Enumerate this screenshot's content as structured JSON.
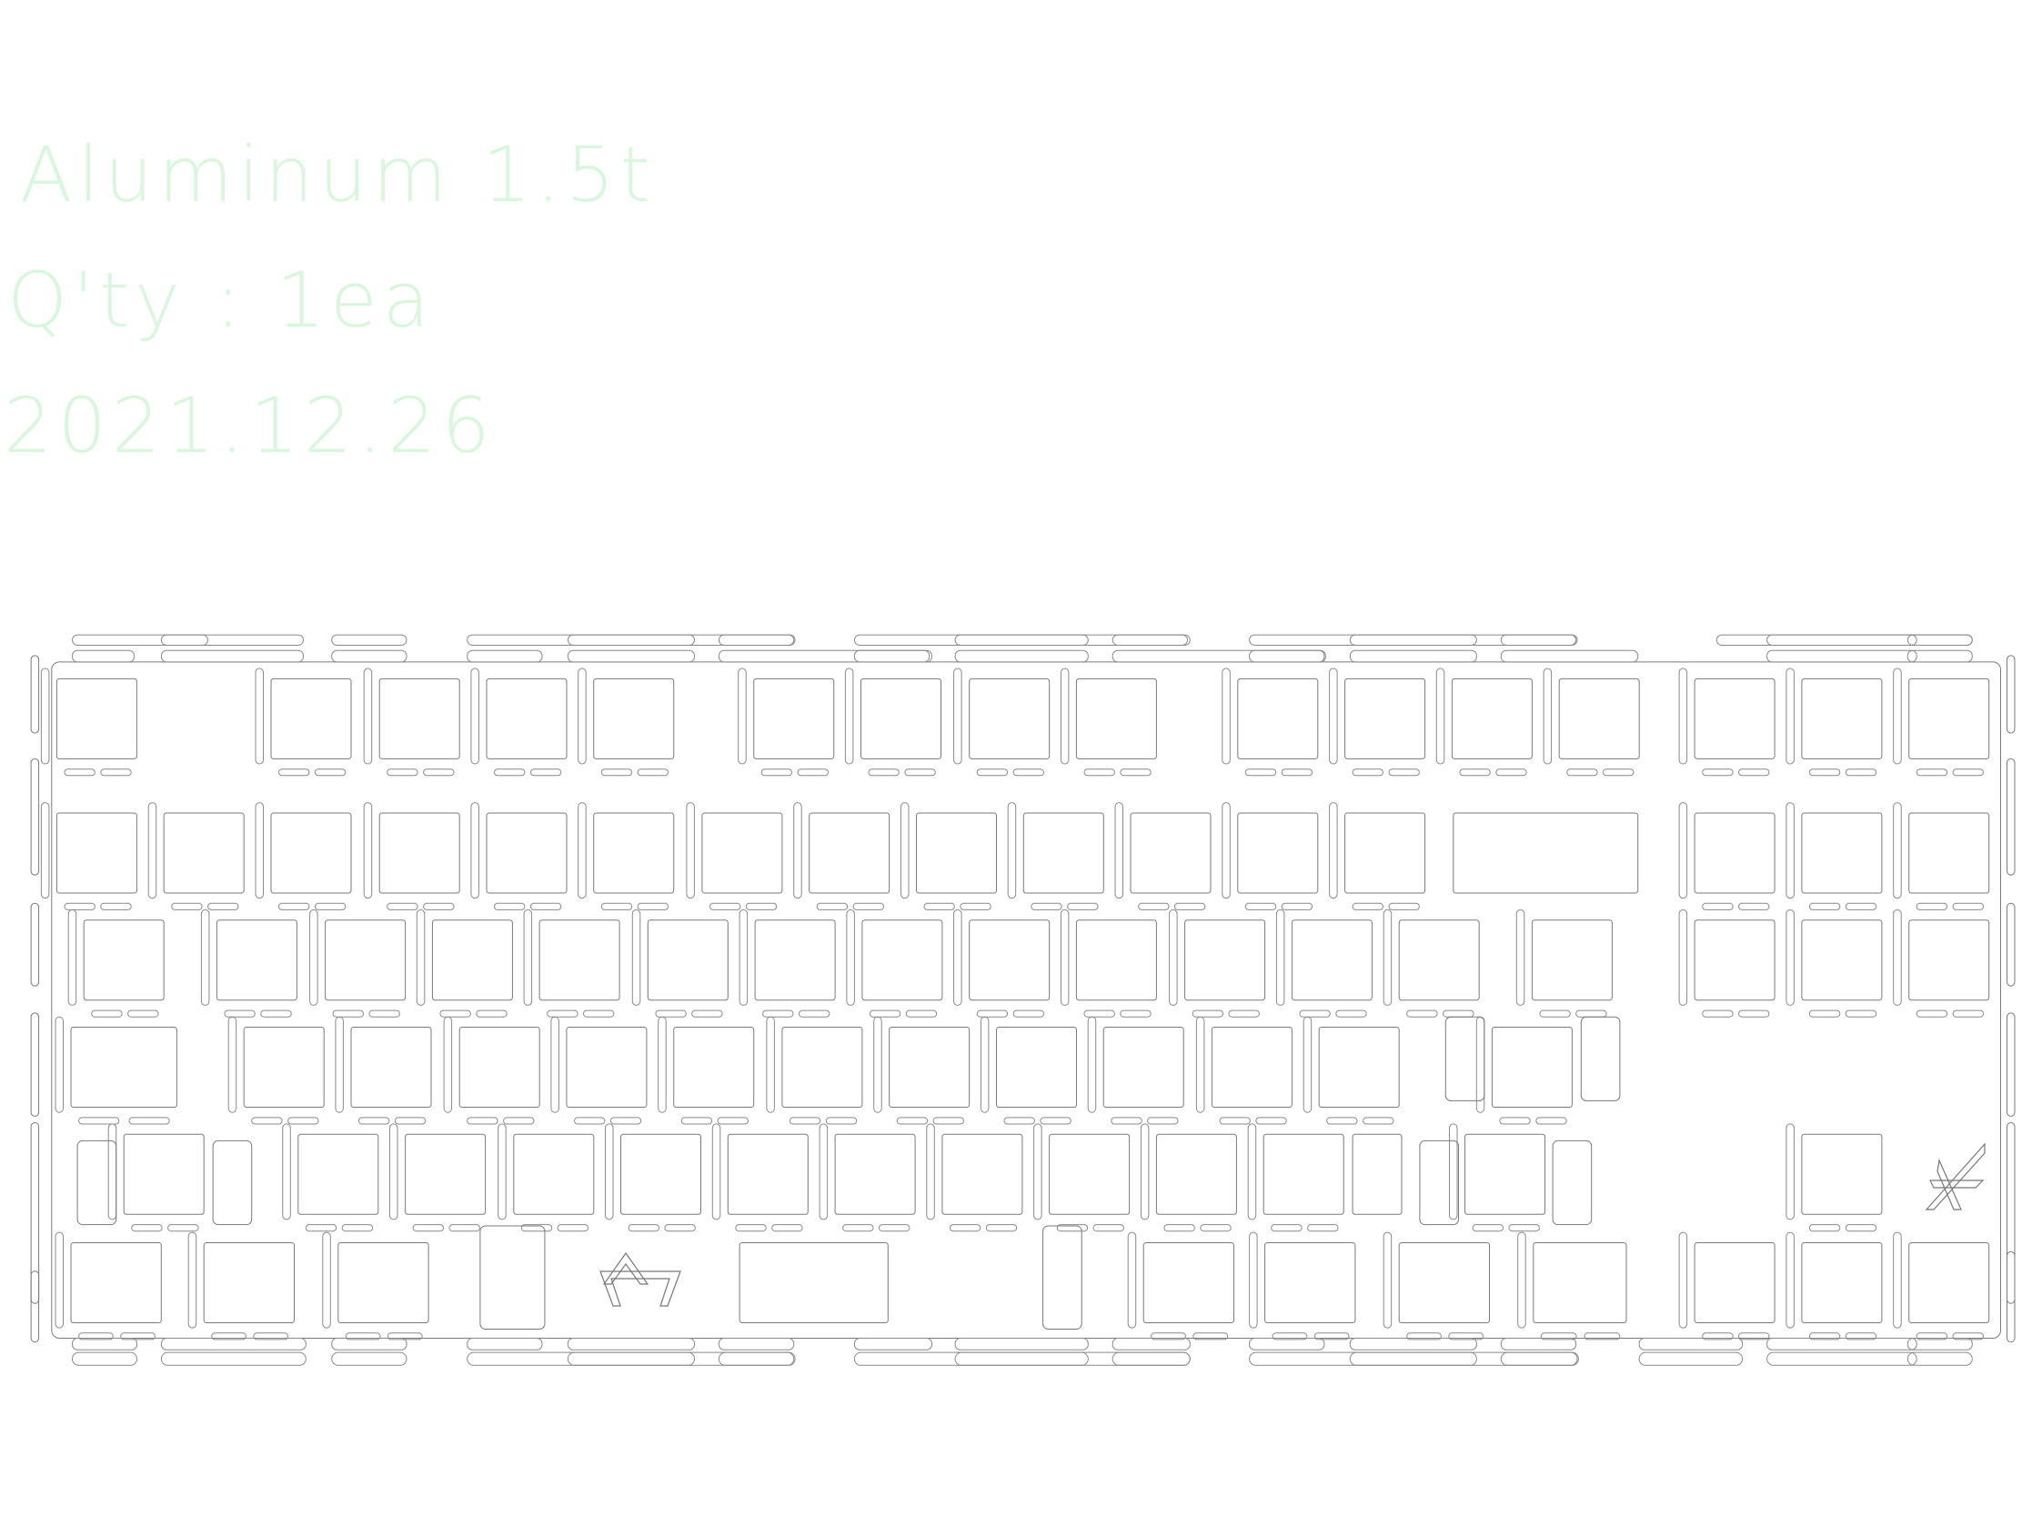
{
  "notes": {
    "material": "Aluminum 1.5t",
    "quantity": "Q'ty : 1ea",
    "date": "2021.12.26"
  },
  "colors": {
    "note_text": "#d9f7dc",
    "cut_line": "#7a7a7a",
    "background": "#ffffff"
  },
  "plate": {
    "icons": [
      "keyboard-plate-outline",
      "brand-logo-mark",
      "brand-logo-mark-corner"
    ]
  }
}
